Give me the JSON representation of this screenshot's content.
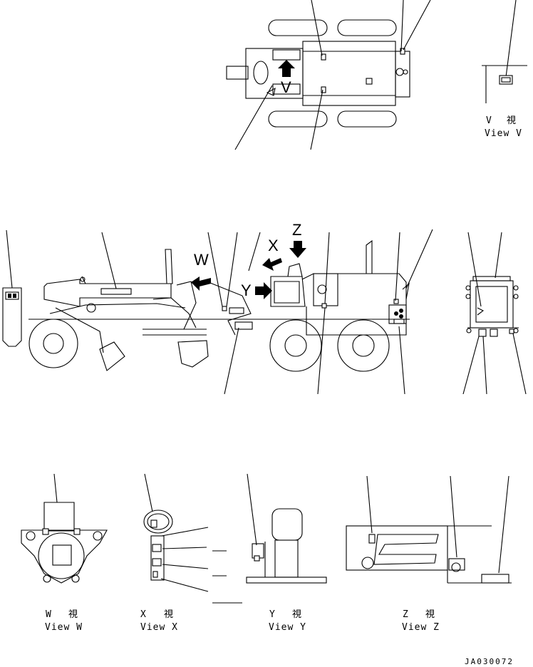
{
  "views": {
    "V": {
      "letter": "V",
      "kanji": "視",
      "caption": "View V"
    },
    "W": {
      "letter": "W",
      "kanji": "視",
      "caption": "View W"
    },
    "X": {
      "letter": "X",
      "kanji": "視",
      "caption": "View X"
    },
    "Y": {
      "letter": "Y",
      "kanji": "視",
      "caption": "View Y"
    },
    "Z": {
      "letter": "Z",
      "kanji": "視",
      "caption": "View Z"
    }
  },
  "arrow_labels": {
    "v": "V",
    "w": "W",
    "x": "X",
    "y": "Y",
    "z": "Z"
  },
  "drawing_code": "JA030072"
}
